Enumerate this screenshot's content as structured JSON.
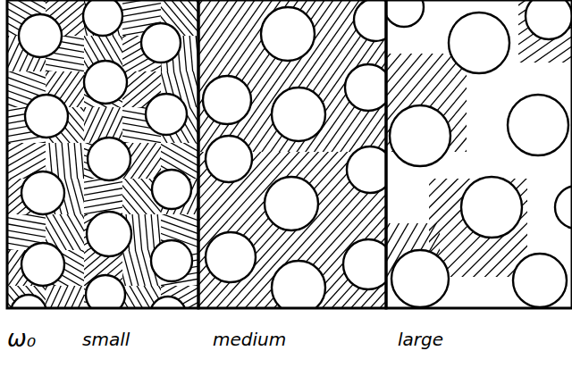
{
  "diagram": {
    "labels": [
      "ω₀",
      "small",
      "medium",
      "large"
    ]
  }
}
